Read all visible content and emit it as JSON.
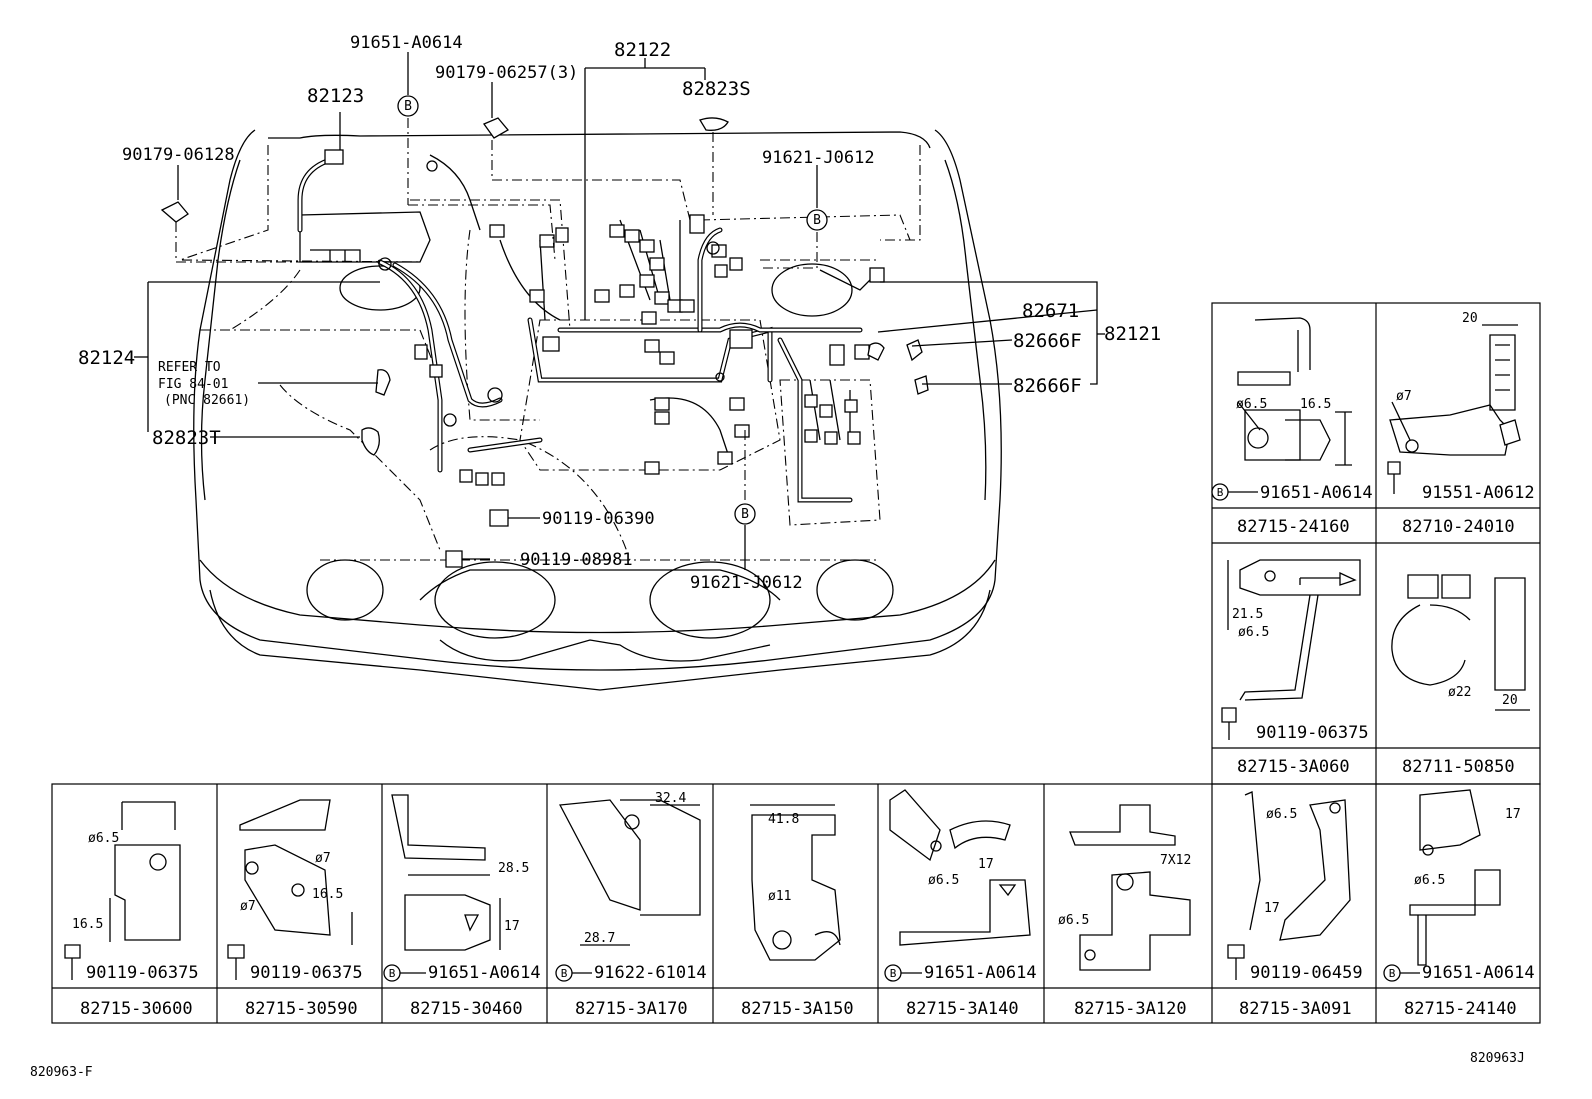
{
  "main": {
    "callouts": [
      {
        "id": "c91651_top",
        "text": "91651-A0614"
      },
      {
        "id": "c82122",
        "text": "82122"
      },
      {
        "id": "c90179_06257",
        "text": "90179-06257(3)"
      },
      {
        "id": "c82823S",
        "text": "82823S"
      },
      {
        "id": "c82123",
        "text": "82123"
      },
      {
        "id": "c90179_06128",
        "text": "90179-06128"
      },
      {
        "id": "c91621_top",
        "text": "91621-J0612"
      },
      {
        "id": "c82671",
        "text": "82671"
      },
      {
        "id": "c82666F_1",
        "text": "82666F"
      },
      {
        "id": "c82121",
        "text": "82121"
      },
      {
        "id": "c82666F_2",
        "text": "82666F"
      },
      {
        "id": "c82124",
        "text": "82124"
      },
      {
        "id": "c82823T",
        "text": "82823T"
      },
      {
        "id": "c90119_06390",
        "text": "90119-06390"
      },
      {
        "id": "c90119_08981",
        "text": "90119-08981"
      },
      {
        "id": "c91621_bottom",
        "text": "91621-J0612"
      }
    ],
    "refer_note": [
      "REFER TO",
      "FIG 84-01",
      "(PNC 82661)"
    ],
    "b_marker": "B"
  },
  "right_panel": {
    "cells": [
      {
        "part_no": "82715-24160",
        "fastener": "91651-A0614",
        "dims": [
          "ø6.5",
          "16.5"
        ]
      },
      {
        "part_no": "82710-24010",
        "fastener": "91551-A0612",
        "dims": [
          "20",
          "ø7"
        ]
      },
      {
        "part_no": "82715-3A060",
        "fastener": "90119-06375",
        "dims": [
          "21.5",
          "ø6.5"
        ]
      },
      {
        "part_no": "82711-50850",
        "fastener": "",
        "dims": [
          "ø22",
          "20"
        ]
      }
    ]
  },
  "bottom_panel": {
    "cells": [
      {
        "part_no": "82715-30600",
        "fastener": "90119-06375",
        "fastener_b": false,
        "dims": [
          "ø6.5",
          "16.5"
        ]
      },
      {
        "part_no": "82715-30590",
        "fastener": "90119-06375",
        "fastener_b": false,
        "dims": [
          "ø7",
          "ø7",
          "16.5"
        ]
      },
      {
        "part_no": "82715-30460",
        "fastener": "91651-A0614",
        "fastener_b": true,
        "dims": [
          "28.5",
          "17"
        ]
      },
      {
        "part_no": "82715-3A170",
        "fastener": "91622-61014",
        "fastener_b": true,
        "dims": [
          "32.4",
          "28.7"
        ]
      },
      {
        "part_no": "82715-3A150",
        "fastener": "",
        "fastener_b": false,
        "dims": [
          "41.8",
          "ø11"
        ]
      },
      {
        "part_no": "82715-3A140",
        "fastener": "91651-A0614",
        "fastener_b": true,
        "dims": [
          "ø6.5",
          "17"
        ]
      },
      {
        "part_no": "82715-3A120",
        "fastener": "",
        "fastener_b": false,
        "dims": [
          "7X12",
          "ø6.5"
        ]
      },
      {
        "part_no": "82715-3A091",
        "fastener": "90119-06459",
        "fastener_b": false,
        "dims": [
          "ø6.5",
          "17"
        ]
      },
      {
        "part_no": "82715-24140",
        "fastener": "91651-A0614",
        "fastener_b": true,
        "dims": [
          "17",
          "ø6.5"
        ]
      }
    ]
  },
  "footer": {
    "left_code": "820963-F",
    "right_code": "820963J"
  }
}
